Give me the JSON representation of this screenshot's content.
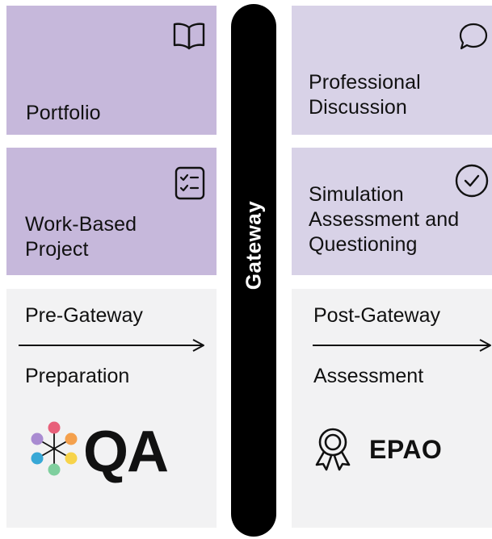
{
  "tiles": {
    "portfolio": {
      "label": "Portfolio",
      "icon": "book-icon"
    },
    "professional_discussion": {
      "label_line1": "Professional",
      "label_line2": "Discussion",
      "icon": "speech-bubble-icon"
    },
    "work_based_project": {
      "label_line1": "Work-Based",
      "label_line2": "Project",
      "icon": "checklist-icon"
    },
    "simulation": {
      "label_line1": "Simulation",
      "label_line2": "Assessment and",
      "label_line3": "Questioning",
      "icon": "check-circle-icon"
    }
  },
  "gateway": {
    "label": "Gateway"
  },
  "pre_gateway": {
    "title": "Pre-Gateway",
    "subtitle": "Preparation",
    "logo_text": "QA"
  },
  "post_gateway": {
    "title": "Post-Gateway",
    "subtitle": "Assessment",
    "logo_text": "EPAO",
    "logo_icon": "award-ribbon-icon"
  },
  "colors": {
    "purple_tile": "#c6b8db",
    "lilac_tile": "#d8d2e7",
    "grey_panel": "#f2f2f3",
    "gateway_bar": "#000000",
    "qa_petals": [
      "#e8607a",
      "#f4a04c",
      "#f7d34a",
      "#7fcf9e",
      "#38a8d6",
      "#a98bd1"
    ]
  }
}
